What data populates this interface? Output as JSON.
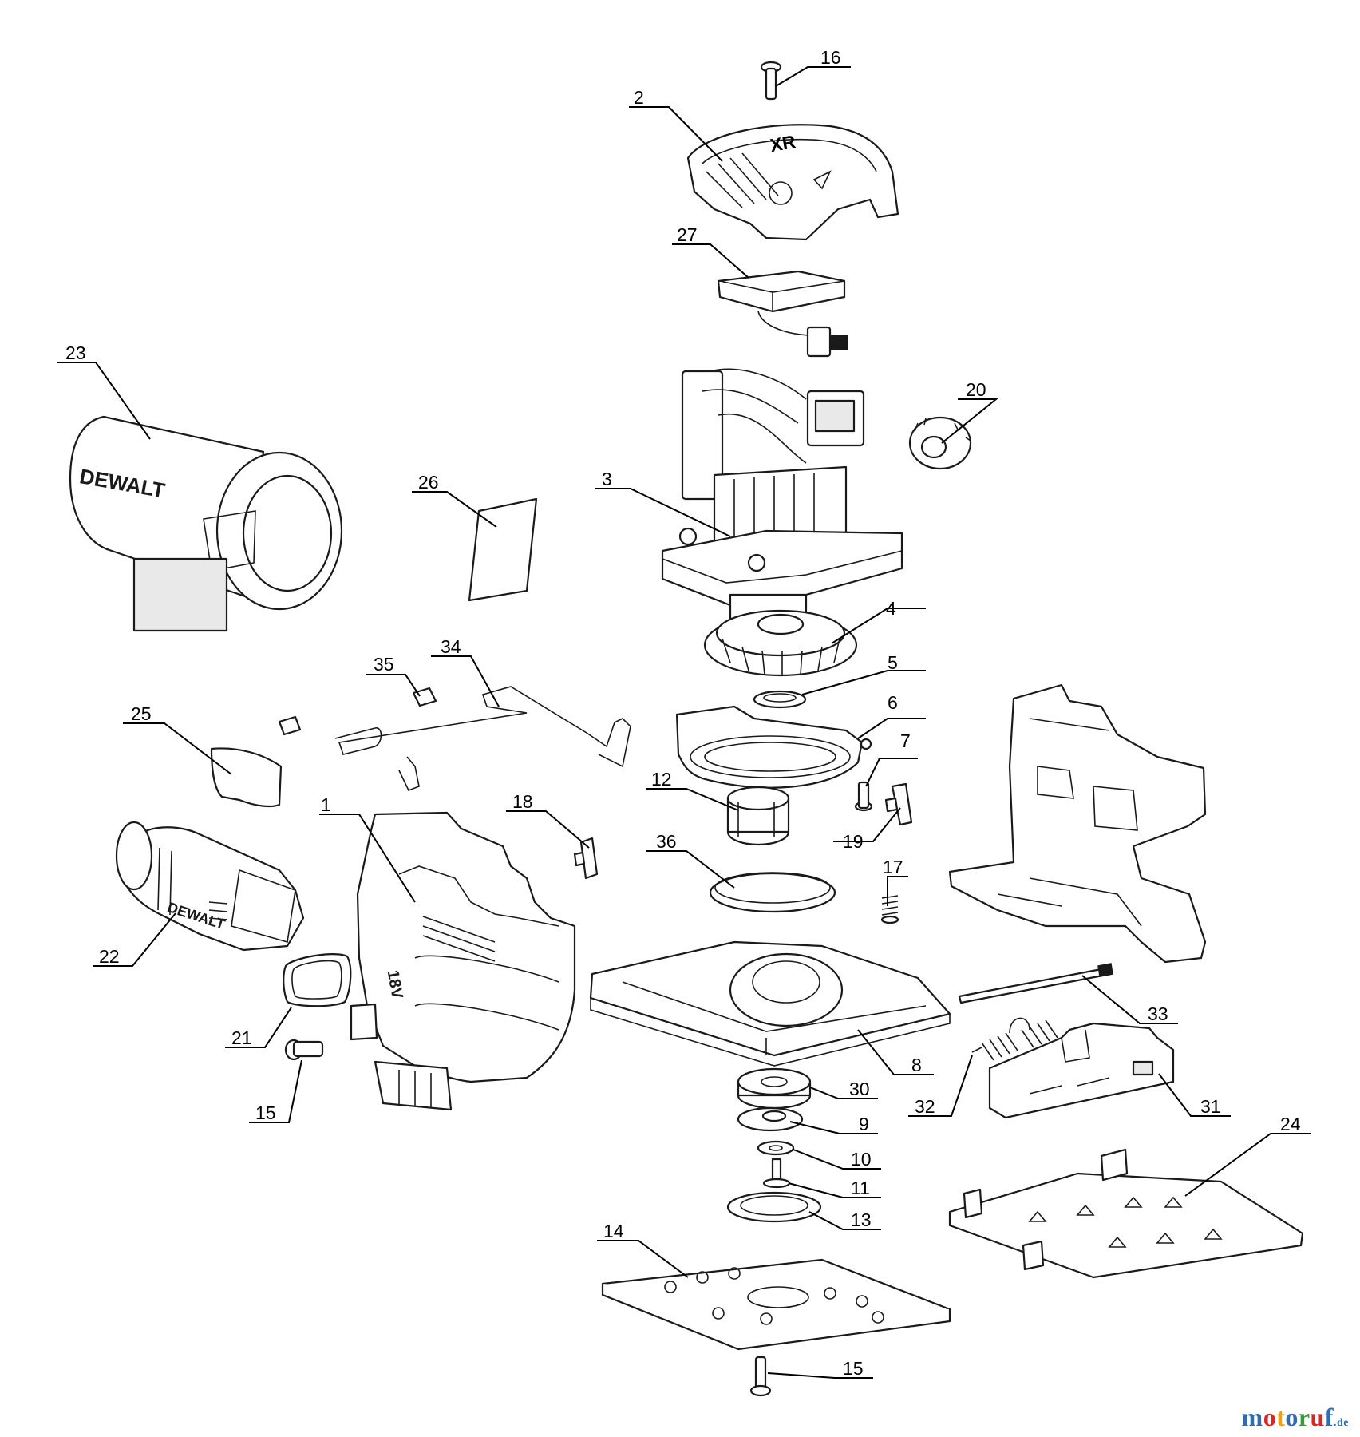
{
  "diagram": {
    "callouts": [
      {
        "id": "c16",
        "label": "16"
      },
      {
        "id": "c2",
        "label": "2"
      },
      {
        "id": "c27",
        "label": "27"
      },
      {
        "id": "c23",
        "label": "23"
      },
      {
        "id": "c20",
        "label": "20"
      },
      {
        "id": "c26",
        "label": "26"
      },
      {
        "id": "c3",
        "label": "3"
      },
      {
        "id": "c4",
        "label": "4"
      },
      {
        "id": "c35",
        "label": "35"
      },
      {
        "id": "c34",
        "label": "34"
      },
      {
        "id": "c5",
        "label": "5"
      },
      {
        "id": "c25",
        "label": "25"
      },
      {
        "id": "c6",
        "label": "6"
      },
      {
        "id": "c7",
        "label": "7"
      },
      {
        "id": "c12",
        "label": "12"
      },
      {
        "id": "c1",
        "label": "1"
      },
      {
        "id": "c18",
        "label": "18"
      },
      {
        "id": "c19",
        "label": "19"
      },
      {
        "id": "c36",
        "label": "36"
      },
      {
        "id": "c17",
        "label": "17"
      },
      {
        "id": "c22",
        "label": "22"
      },
      {
        "id": "c33",
        "label": "33"
      },
      {
        "id": "c21",
        "label": "21"
      },
      {
        "id": "c8",
        "label": "8"
      },
      {
        "id": "c30",
        "label": "30"
      },
      {
        "id": "c32",
        "label": "32"
      },
      {
        "id": "c31",
        "label": "31"
      },
      {
        "id": "c15a",
        "label": "15"
      },
      {
        "id": "c9",
        "label": "9"
      },
      {
        "id": "c24",
        "label": "24"
      },
      {
        "id": "c10",
        "label": "10"
      },
      {
        "id": "c11",
        "label": "11"
      },
      {
        "id": "c13",
        "label": "13"
      },
      {
        "id": "c14",
        "label": "14"
      },
      {
        "id": "c15b",
        "label": "15"
      }
    ],
    "embossed_text": {
      "brand_tube": "DEWALT",
      "brand_boot": "DEWALT",
      "cover_mark": "XR",
      "voltage": "18V"
    }
  },
  "watermark": {
    "text": "motoruf",
    "suffix": ".de",
    "colors": [
      "#2e6db4",
      "#d62828",
      "#e8a317",
      "#2e6db4",
      "#3a9a3a",
      "#d62828",
      "#2e6db4"
    ]
  }
}
